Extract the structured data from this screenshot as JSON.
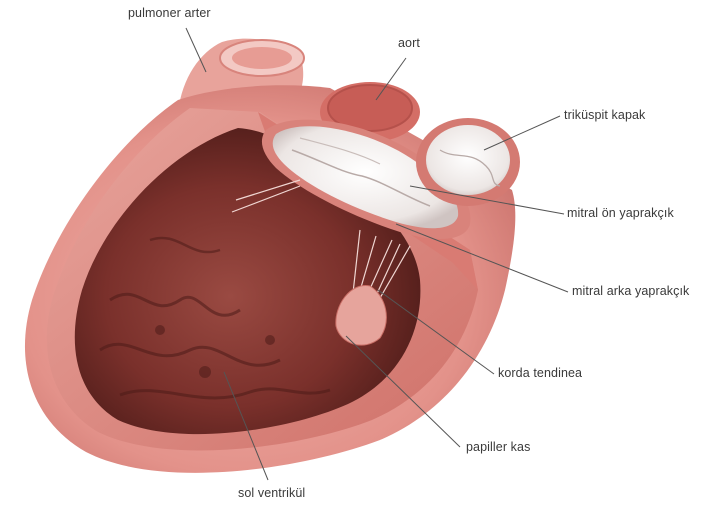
{
  "labels": {
    "pulmonary_artery": "pulmoner arter",
    "aorta": "aort",
    "tricuspid_valve": "triküspit kapak",
    "mitral_anterior_leaflet": "mitral ön yaprakçık",
    "mitral_posterior_leaflet": "mitral arka yaprakçık",
    "chordae_tendineae": "korda tendinea",
    "papillary_muscle": "papiller kas",
    "left_ventricle": "sol ventrikül"
  },
  "colors": {
    "outer_wall": "#e99a93",
    "wall_cut": "#c9625c",
    "cavity": "#8a3b34",
    "cavity_deep": "#5e2420",
    "valve_white": "#f4f1ef",
    "leader_line": "#555555"
  }
}
